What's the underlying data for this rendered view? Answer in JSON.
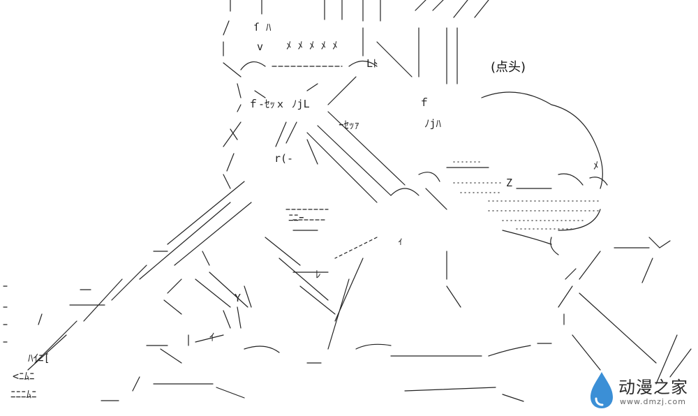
{
  "annotation": "(点头)",
  "watermark": {
    "brand": "动漫之家",
    "url": "www.dmzj.com"
  },
  "art_fragments": [
    "ſ ﾊ",
    "v",
    "ﾒ ﾒ ﾒ ﾒ ﾒ",
    "ｆ‐ｾｯｘ ﾉjL",
    "ｰｾｯｧ",
    "r(‐",
    "ﾆﾆｰ",
    "ｨ",
    "ﾉjﾊ",
    "ﾒ",
    "Z",
    "Y",
    "ｲ",
    "ｆ",
    "ﾊｲﾆ[",
    "<ﾆﾑﾆ",
    "ﾆﾆﾆﾑﾆ",
    "Lﾄ",
    "ﾚ"
  ],
  "colors": {
    "ink": "#222222",
    "watermark_blue": "#3b8fd6"
  }
}
